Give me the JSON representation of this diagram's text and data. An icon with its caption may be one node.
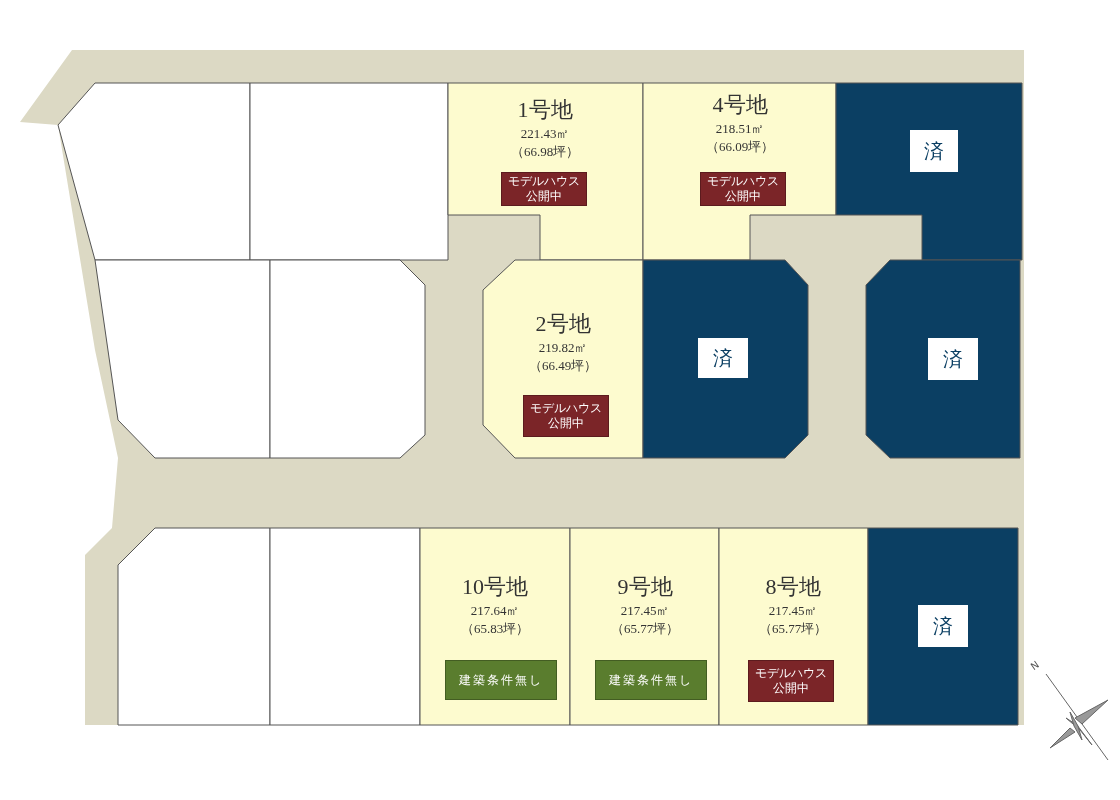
{
  "diagram": {
    "nodes": [
      {
        "text": [],
        "shape": "box"
      },
      {
        "text": [],
        "shape": "box"
      },
      {
        "text": [
          "1号地",
          "221.43㎡",
          "（66.98坪）"
        ]
      },
      {
        "text": [
          "モデルハウス公開中"
        ],
        "in": 2
      },
      {
        "text": [
          "4号地",
          "218.51㎡",
          "（66.09坪）"
        ]
      },
      {
        "text": [
          "モデルハウス公開中"
        ],
        "in": 4
      },
      {
        "text": [],
        "shape": "box"
      },
      {
        "text": [
          "済"
        ],
        "in": 6
      },
      {
        "text": [],
        "shape": "box"
      },
      {
        "text": [],
        "shape": "box"
      },
      {
        "text": [
          "2号地",
          "219.82㎡",
          "（66.49坪）"
        ]
      },
      {
        "text": [
          "モデルハウス公開中"
        ],
        "in": 10
      },
      {
        "text": [],
        "shape": "box"
      },
      {
        "text": [
          "済"
        ],
        "in": 12
      },
      {
        "text": [],
        "shape": "box"
      },
      {
        "text": [
          "済"
        ],
        "in": 14
      },
      {
        "text": [],
        "shape": "box"
      },
      {
        "text": [],
        "shape": "box"
      },
      {
        "text": [
          "10号地",
          "217.64㎡",
          "（65.83坪）"
        ]
      },
      {
        "text": [
          "建築条件無し"
        ],
        "in": 18
      },
      {
        "text": [
          "9号地",
          "217.45㎡",
          "（65.77坪）"
        ]
      },
      {
        "text": [
          "建築条件無し"
        ],
        "in": 20
      },
      {
        "text": [
          "8号地",
          "217.45㎡",
          "（65.77坪）"
        ]
      },
      {
        "text": [
          "モデルハウス公開中"
        ],
        "in": 22
      },
      {
        "text": [],
        "shape": "box"
      },
      {
        "text": [
          "済"
        ],
        "in": 24
      }
    ],
    "edges": [],
    "labels": [
      "N"
    ]
  }
}
